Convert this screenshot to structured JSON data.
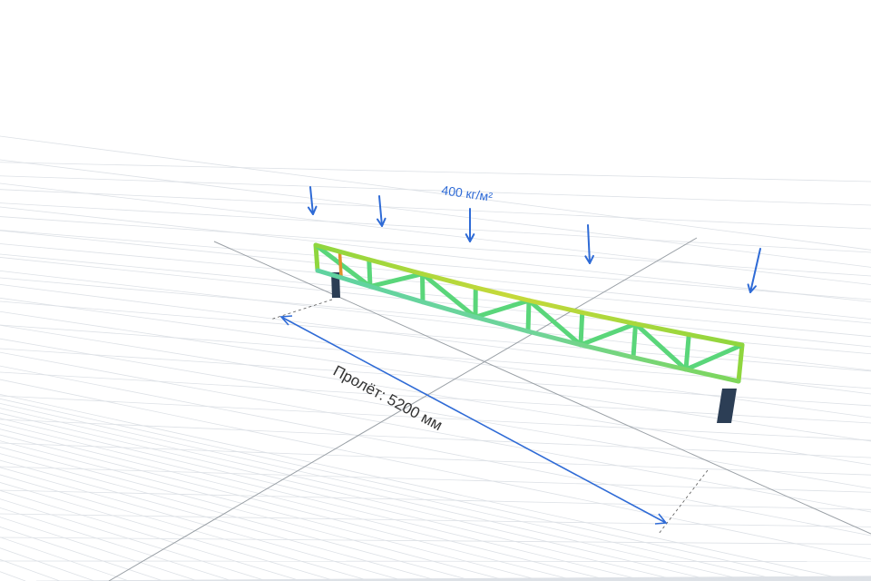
{
  "load": {
    "label": "400 кг/м²",
    "arrow_color": "#2f6bd6",
    "arrow_icon": "down-arrow-icon"
  },
  "span": {
    "label": "Пролёт: 5200 мм",
    "line_color": "#2f6bd6"
  },
  "truss": {
    "panels": 8,
    "color_low": "#5ad67a",
    "color_mid": "#8fd63e",
    "color_high": "#d9d93a",
    "accent_member": "#e0902a"
  },
  "supports": {
    "color": "#2c3e55"
  },
  "grid": {
    "color": "#dde1e6",
    "axis_color": "#9aa0a6"
  }
}
